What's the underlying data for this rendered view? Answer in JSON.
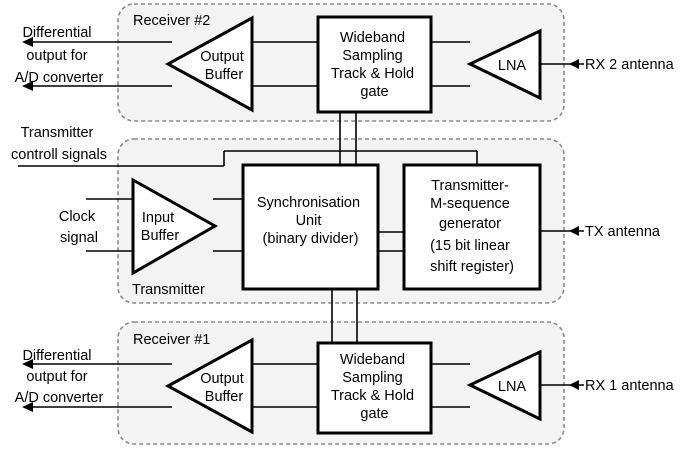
{
  "groups": {
    "receiver2": "Receiver #2",
    "transmitter": "Transmitter",
    "receiver1": "Receiver #1"
  },
  "blocks": {
    "rx2_output_buffer": [
      "Output",
      "Buffer"
    ],
    "rx2_sampling_gate": [
      "Wideband",
      "Sampling",
      "Track & Hold",
      "gate"
    ],
    "rx2_lna": "LNA",
    "input_buffer": [
      "Input",
      "Buffer"
    ],
    "sync_unit": [
      "Synchronisation",
      "Unit",
      "(binary divider)"
    ],
    "m_sequence": [
      "Transmitter-",
      "M-sequence",
      "generator",
      "(15 bit linear",
      "shift register)"
    ],
    "rx1_output_buffer": [
      "Output",
      "Buffer"
    ],
    "rx1_sampling_gate": [
      "Wideband",
      "Sampling",
      "Track & Hold",
      "gate"
    ],
    "rx1_lna": "LNA"
  },
  "external_labels": {
    "rx2_output": [
      "Differential",
      "output for",
      "A/D converter"
    ],
    "rx2_antenna": "RX 2 antenna",
    "tx_control": [
      "Transmitter",
      "controll signals"
    ],
    "clock": [
      "Clock",
      "signal"
    ],
    "tx_antenna": "TX antenna",
    "rx1_output": [
      "Differential",
      "output for",
      "A/D converter"
    ],
    "rx1_antenna": "RX 1 antenna"
  }
}
